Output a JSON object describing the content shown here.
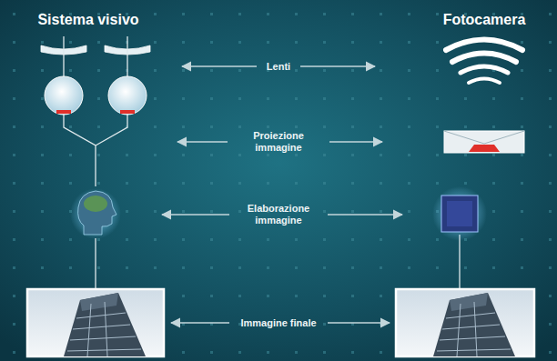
{
  "diagram": {
    "labels": [
      "Sistema visivo",
      "Fotocamera",
      "Lenti",
      "Proiezione immagine",
      "Elaborazione immagine",
      "Immagine finale"
    ]
  }
}
